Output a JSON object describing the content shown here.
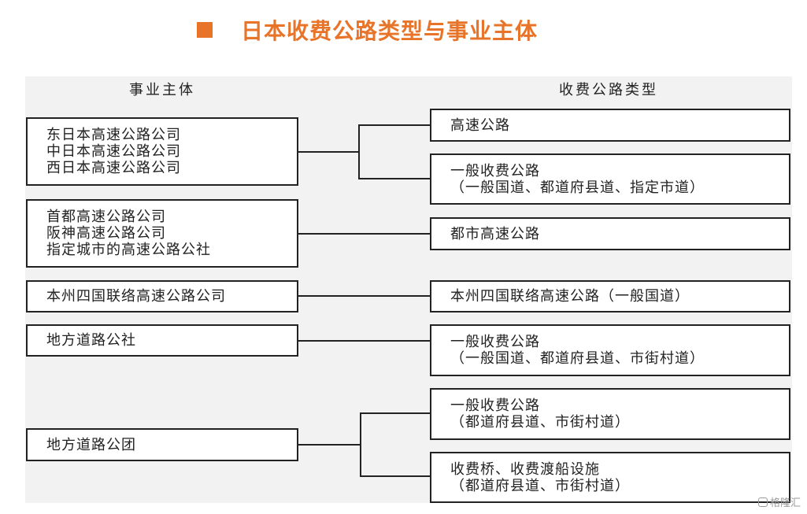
{
  "title": "日本收费公路类型与事业主体",
  "headers": {
    "left": "事业主体",
    "right": "收费公路类型"
  },
  "left_boxes": [
    {
      "lines": [
        "东日本高速公路公司",
        "中日本高速公路公司",
        "西日本高速公路公司"
      ]
    },
    {
      "lines": [
        "首都高速公路公司",
        "阪神高速公路公司",
        "指定城市的高速公路公社"
      ]
    },
    {
      "lines": [
        "本州四国联络高速公路公司"
      ]
    },
    {
      "lines": [
        "地方道路公社"
      ]
    },
    {
      "lines": [
        "地方道路公团"
      ]
    }
  ],
  "right_boxes": [
    {
      "lines": [
        "高速公路"
      ]
    },
    {
      "lines": [
        "一般收费公路",
        "（一般国道、都道府县道、指定市道）"
      ]
    },
    {
      "lines": [
        "都市高速公路"
      ]
    },
    {
      "lines": [
        "本州四国联络高速公路（一般国道）"
      ]
    },
    {
      "lines": [
        "一般收费公路",
        "（一般国道、都道府县道、市街村道）"
      ]
    },
    {
      "lines": [
        "一般收费公路",
        "（都道府县道、市街村道）"
      ]
    },
    {
      "lines": [
        "收费桥、收费渡船设施",
        "（都道府县道、市街村道）"
      ]
    }
  ],
  "watermark": "格隆汇",
  "colors": {
    "accent": "#e8742a",
    "panel": "#f2f2f2",
    "line": "#222222"
  }
}
